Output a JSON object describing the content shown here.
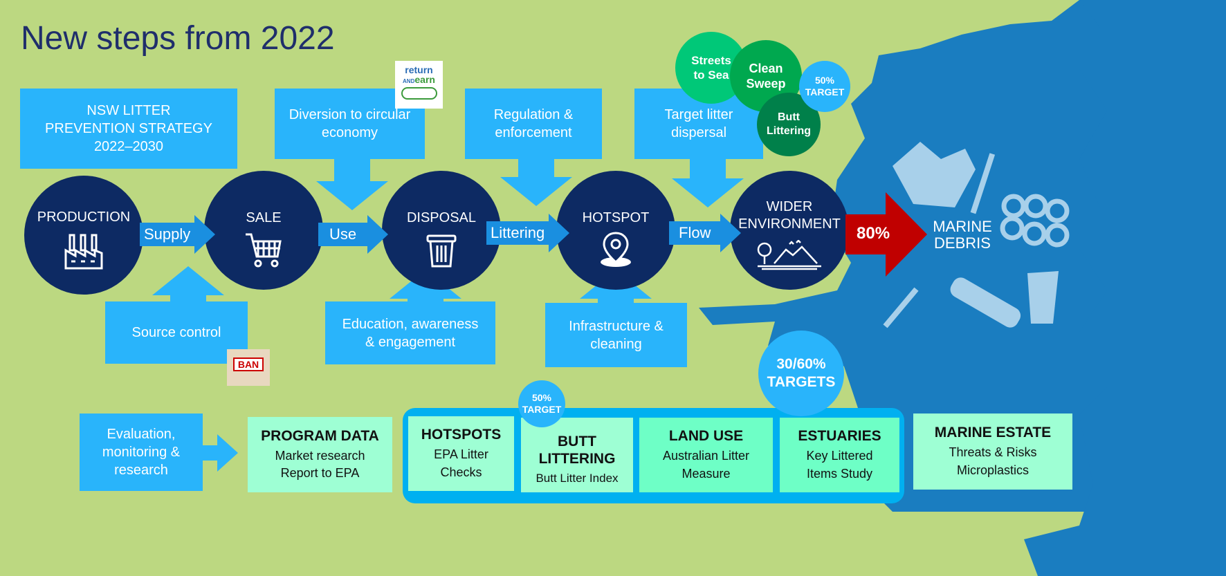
{
  "title": "New steps from 2022",
  "strategy": "NSW LITTER\nPREVENTION STRATEGY\n2022–2030",
  "top_levers": [
    "Diversion to circular\neconomy",
    "Regulation &\nenforcement",
    "Target litter\ndispersal"
  ],
  "bottom_levers": [
    "Source control",
    "Education, awareness\n& engagement",
    "Infrastructure &\ncleaning"
  ],
  "stages": [
    {
      "label": "PRODUCTION",
      "icon": "factory-icon"
    },
    {
      "label": "SALE",
      "icon": "shopping-cart-icon"
    },
    {
      "label": "DISPOSAL",
      "icon": "trash-bin-icon"
    },
    {
      "label": "HOTSPOT",
      "icon": "location-pin-icon"
    },
    {
      "label": "WIDER\nENVIRONMENT",
      "icon": "landscape-icon"
    }
  ],
  "flows": [
    "Supply",
    "Use",
    "Littering",
    "Flow"
  ],
  "outflow": {
    "value": "80%",
    "color": "#c00000"
  },
  "marine_debris": "MARINE\nDEBRIS",
  "programs": [
    {
      "label": "Streets\nto Sea",
      "color": "#00c878"
    },
    {
      "label": "Clean\nSweep",
      "color": "#00a84f"
    },
    {
      "label": "Butt\nLittering",
      "color": "#00804a"
    },
    {
      "label": "50%\nTARGET",
      "color": "#29b4fb"
    }
  ],
  "logos": {
    "return_and_earn": "return AND earn",
    "ban": "BAN"
  },
  "evaluation": "Evaluation,\nmonitoring &\nresearch",
  "targets": {
    "butt": "50%\nTARGET",
    "estuaries": "30/60%\nTARGETS"
  },
  "cards": [
    {
      "title": "PROGRAM DATA",
      "sub": "Market research\nReport to EPA"
    },
    {
      "title": "HOTSPOTS",
      "sub": "EPA Litter\nChecks"
    },
    {
      "title": "BUTT\nLITTERING",
      "sub": "Butt Litter Index"
    },
    {
      "title": "LAND USE",
      "sub": "Australian Litter\nMeasure"
    },
    {
      "title": "ESTUARIES",
      "sub": "Key Littered\nItems Study"
    },
    {
      "title": "MARINE ESTATE",
      "sub": "Threats & Risks\nMicroplastics"
    }
  ],
  "colors": {
    "background": "#bcd881",
    "ocean": "#1a7dc0",
    "navy": "#0d2a63",
    "lever": "#29b4fb",
    "card": "#9effd4"
  }
}
